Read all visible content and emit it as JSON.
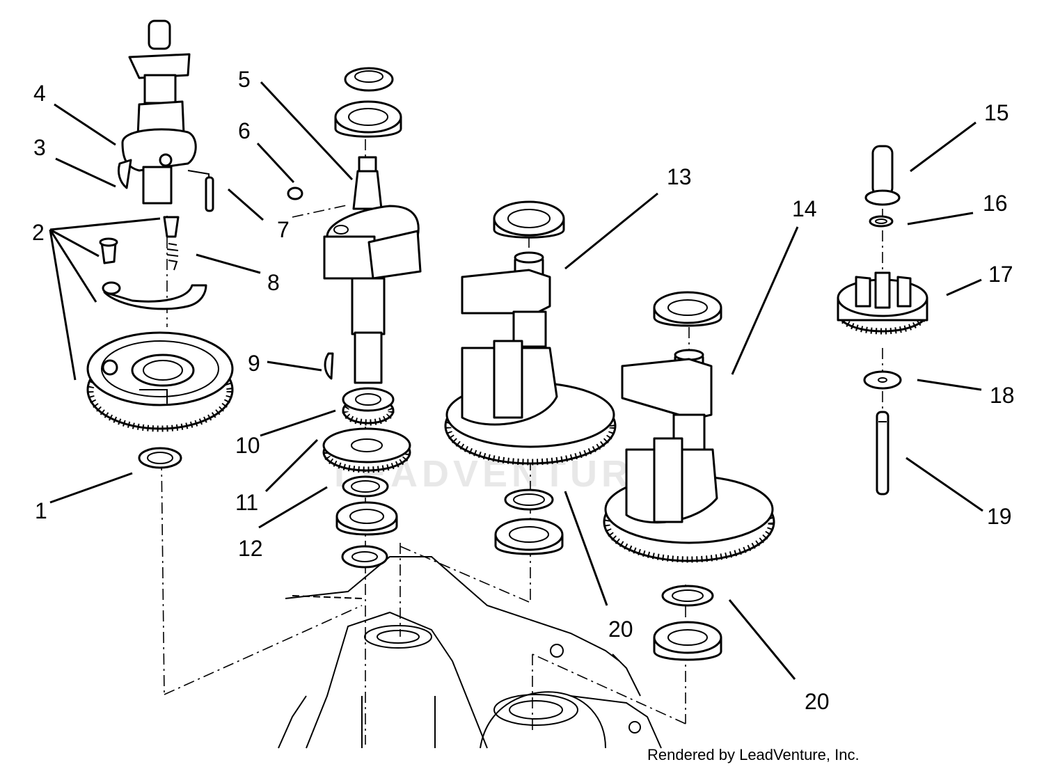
{
  "callouts": {
    "c1": "1",
    "c2": "2",
    "c3": "3",
    "c4": "4",
    "c5": "5",
    "c6": "6",
    "c7": "7",
    "c8": "8",
    "c9": "9",
    "c10": "10",
    "c11": "11",
    "c12": "12",
    "c13": "13",
    "c14": "14",
    "c15": "15",
    "c16": "16",
    "c17": "17",
    "c18": "18",
    "c19": "19",
    "c20a": "20",
    "c20b": "20"
  },
  "watermark": "LEADVENTURE",
  "credit": "Rendered by LeadVenture, Inc."
}
